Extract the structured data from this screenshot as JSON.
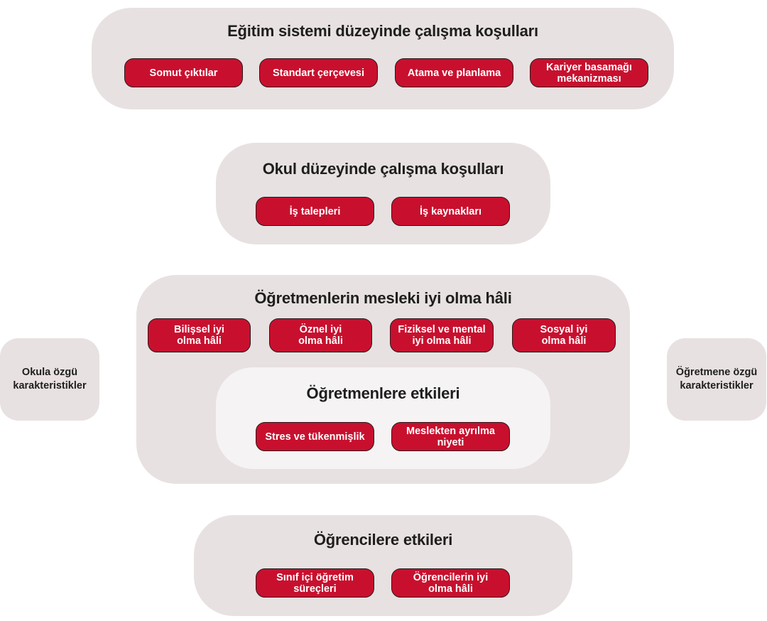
{
  "colors": {
    "panel": "#e8e1e1",
    "inner_panel": "#f5f3f3",
    "pill": "#c8102e",
    "pill_border": "#2a1a1c",
    "text": "#1e1e1e"
  },
  "system_level": {
    "title": "Eğitim sistemi düzeyinde çalışma koşulları",
    "items": [
      "Somut çıktılar",
      "Standart çerçevesi",
      "Atama ve planlama",
      "Kariyer basamağı\nmekanizması"
    ]
  },
  "school_level": {
    "title": "Okul düzeyinde çalışma koşulları",
    "items": [
      "İş talepleri",
      "İş kaynakları"
    ]
  },
  "wellbeing": {
    "title": "Öğretmenlerin mesleki iyi olma hâli",
    "items": [
      "Bilişsel iyi\nolma hâli",
      "Öznel iyi\nolma hâli",
      "Fiziksel ve mental\niyi olma hâli",
      "Sosyal iyi\nolma hâli"
    ]
  },
  "teacher_effects": {
    "title": "Öğretmenlere etkileri",
    "items": [
      "Stres ve tükenmişlik",
      "Meslekten ayrılma\nniyeti"
    ]
  },
  "student_effects": {
    "title": "Öğrencilere etkileri",
    "items": [
      "Sınıf içi öğretim\nsüreçleri",
      "Öğrencilerin iyi\nolma hâli"
    ]
  },
  "side_left": "Okula özgü\nkarakteristikler",
  "side_right": "Öğretmene özgü\nkarakteristikler"
}
